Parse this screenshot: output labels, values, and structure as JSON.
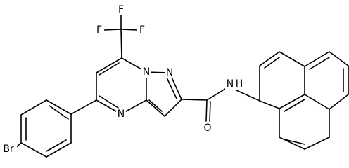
{
  "structure": {
    "atom_labels": {
      "f1": "F",
      "f2": "F",
      "f3": "F",
      "n_bridge": "N",
      "n_pyrazole": "N",
      "n_pyrimidine": "N",
      "o": "O",
      "nh": "N",
      "h": "H",
      "br": "Br"
    }
  }
}
